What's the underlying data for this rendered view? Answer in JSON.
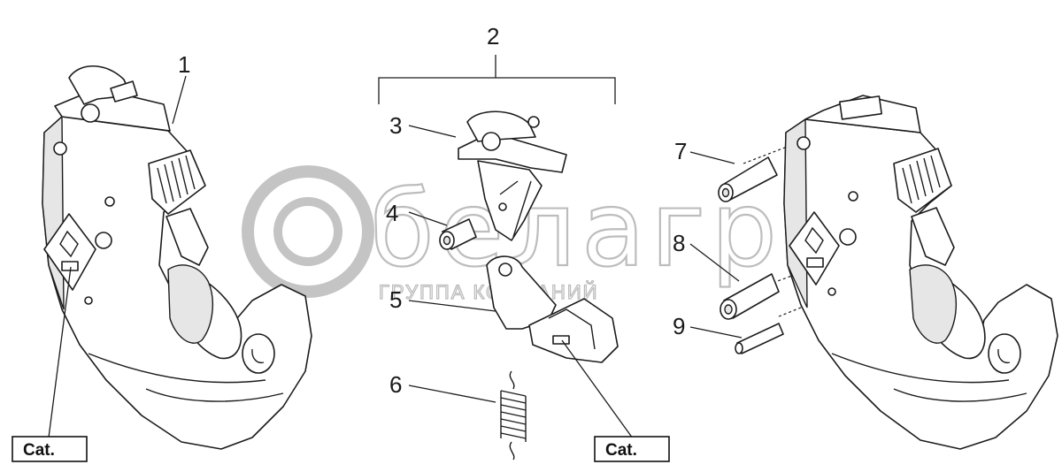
{
  "callouts": {
    "c1": "1",
    "c2": "2",
    "c3": "3",
    "c4": "4",
    "c5": "5",
    "c6": "6",
    "c7": "7",
    "c8": "8",
    "c9": "9"
  },
  "labels": {
    "cat_left": "Cat.",
    "cat_center": "Cat."
  },
  "watermark": {
    "brand": "белагро",
    "tagline": "ГРУППА КОМПАНИЙ"
  }
}
